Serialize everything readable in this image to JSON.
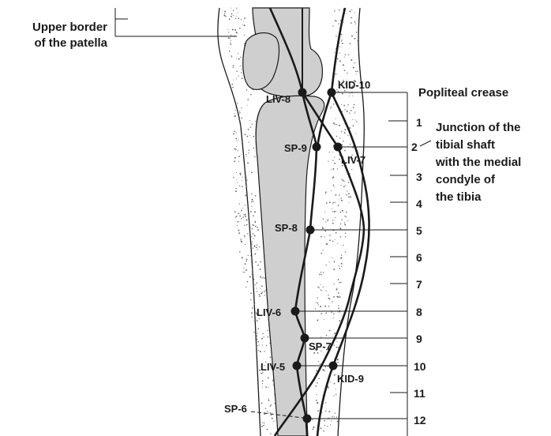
{
  "labels": {
    "patella_line1": "Upper border",
    "patella_line2": "of the patella",
    "popliteal_crease": "Popliteal crease",
    "junction_line1": "Junction of the",
    "junction_line2": "tibial shaft",
    "junction_line3": "with the medial",
    "junction_line4": "condyle of",
    "junction_line5": "the tibia"
  },
  "points": {
    "kid10": "KID-10",
    "liv8": "LIV-8",
    "sp9": "SP-9",
    "liv7": "LIV-7",
    "sp8": "SP-8",
    "liv6": "LIV-6",
    "sp7": "SP-7",
    "liv5": "LIV-5",
    "kid9": "KID-9",
    "sp6": "SP-6"
  },
  "scale": [
    "1",
    "2",
    "3",
    "4",
    "5",
    "6",
    "7",
    "8",
    "9",
    "10",
    "11",
    "12"
  ],
  "colors": {
    "bone": "#cfcfcf",
    "ink": "#1a1a1a",
    "stipple": "#6b6b6b"
  }
}
